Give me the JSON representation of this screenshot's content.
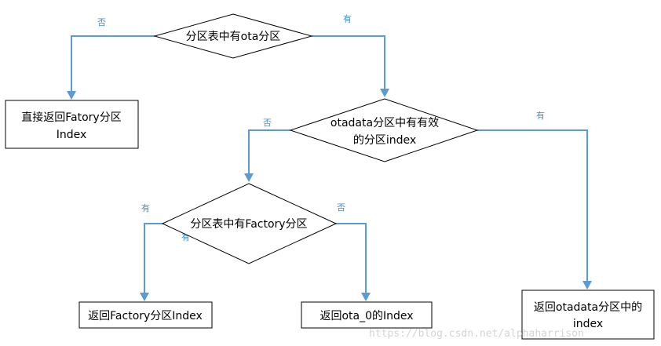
{
  "diagram": {
    "decisions": {
      "d1": "分区表中有ota分区",
      "d2_line1": "otadata分区中有有效",
      "d2_line2": "的分区index",
      "d3": "分区表中有Factory分区"
    },
    "results": {
      "r1_line1": "直接返回Fatory分区",
      "r1_line2": "Index",
      "r2": "返回Factory分区Index",
      "r3": "返回ota_0的Index",
      "r4_line1": "返回otadata分区中的",
      "r4_line2": "index"
    },
    "edge_labels": {
      "d1_no": "否",
      "d1_yes": "有",
      "d2_no": "否",
      "d2_yes": "有",
      "d3_yes": "有",
      "d3_yes_dup": "有",
      "d3_no": "否"
    },
    "colors": {
      "arrow": "#5b9bd5",
      "edge_label": "#4a90c8",
      "shape_stroke": "#000000"
    }
  },
  "watermark": "https://blog.csdn.net/alphaharrison"
}
